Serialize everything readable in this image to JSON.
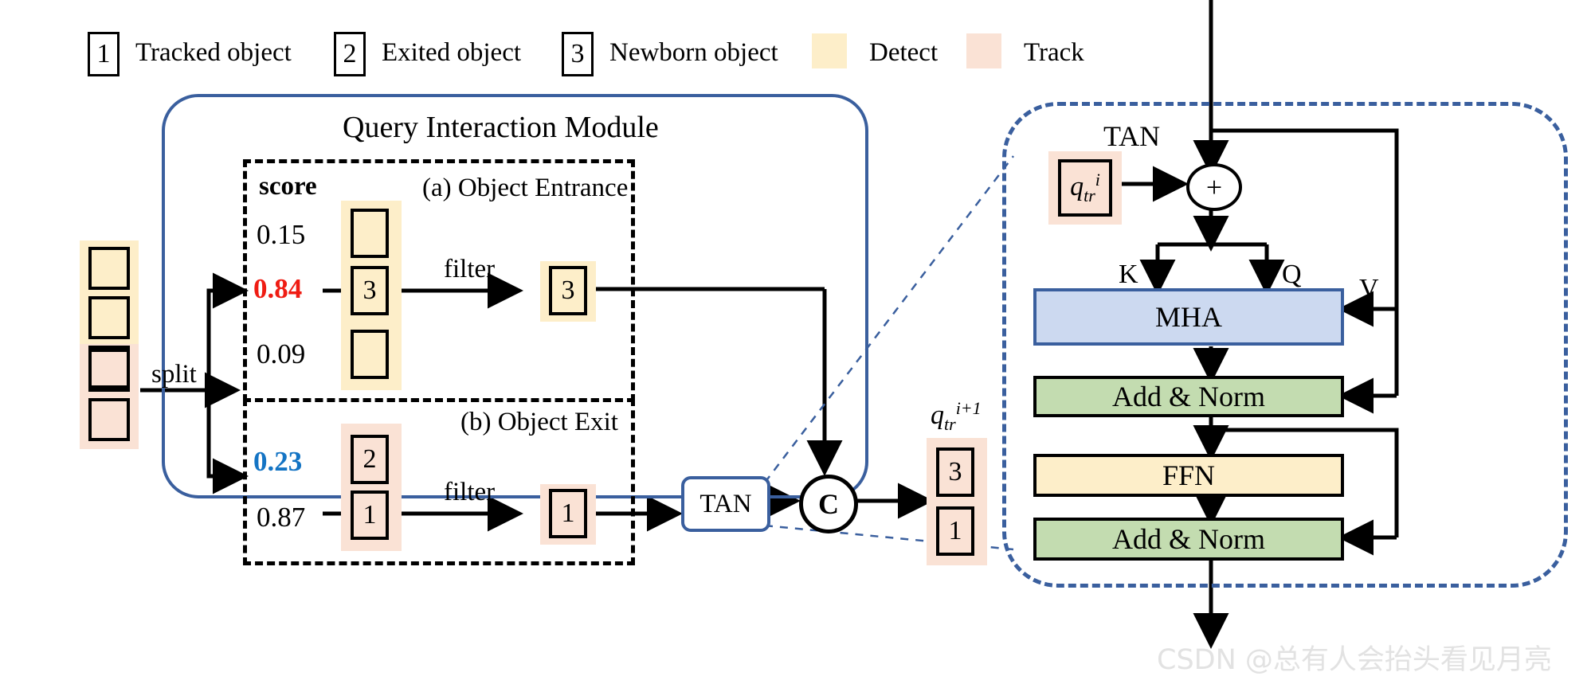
{
  "legend": {
    "items": [
      {
        "type": "token",
        "glyph": "1",
        "label": "Tracked object"
      },
      {
        "type": "token",
        "glyph": "2",
        "label": "Exited object"
      },
      {
        "type": "token",
        "glyph": "3",
        "label": "Newborn object"
      },
      {
        "type": "swatch",
        "color": "#fdeec9",
        "label": "Detect"
      },
      {
        "type": "swatch",
        "color": "#fae2d5",
        "label": "Track"
      }
    ]
  },
  "qim": {
    "title": "Query Interaction Module",
    "split_label": "split",
    "score_header": "score",
    "entrance": {
      "title": "(a) Object Entrance",
      "filter_label": "filter",
      "scores": [
        "0.15",
        "0.84",
        "0.09"
      ],
      "score_colors": [
        "#000000",
        "#ef1c13",
        "#000000"
      ],
      "tokens": [
        "",
        "3",
        ""
      ],
      "filtered_token": "3"
    },
    "exit": {
      "title": "(b) Object Exit",
      "filter_label": "filter",
      "scores": [
        "0.23",
        "0.87"
      ],
      "score_colors": [
        "#1474c4",
        "#000000"
      ],
      "tokens": [
        "2",
        "1"
      ],
      "filtered_token": "1"
    },
    "tan_node": "TAN",
    "concat_node": "C",
    "input_tokens": [
      "",
      "",
      "",
      "",
      ""
    ],
    "input_groups": [
      "detect",
      "detect",
      "detect",
      "track",
      "track"
    ]
  },
  "output": {
    "label_base": "q",
    "label_sub": "tr",
    "label_sup": "i+1",
    "tokens": [
      "3",
      "1"
    ]
  },
  "tan": {
    "title": "TAN",
    "query_label_base": "q",
    "query_label_sub": "tr",
    "query_label_sup": "i",
    "plus": "+",
    "k_label": "K",
    "q_label": "Q",
    "v_label": "V",
    "blocks": [
      {
        "name": "MHA",
        "color": "#ccd9f0"
      },
      {
        "name": "Add & Norm",
        "color": "#c3dcb0"
      },
      {
        "name": "FFN",
        "color": "#fdeec9"
      },
      {
        "name": "Add & Norm",
        "color": "#c3dcb0"
      }
    ]
  },
  "watermark": "CSDN @总有人会抬头看见月亮",
  "colors": {
    "detect": "#fdeec9",
    "track": "#fae2d5",
    "accent_blue": "#3a5f9e",
    "score_high": "#ef1c13",
    "score_low": "#1474c4",
    "mha": "#ccd9f0",
    "addnorm": "#c3dcb0",
    "ffn": "#fdeec9"
  }
}
